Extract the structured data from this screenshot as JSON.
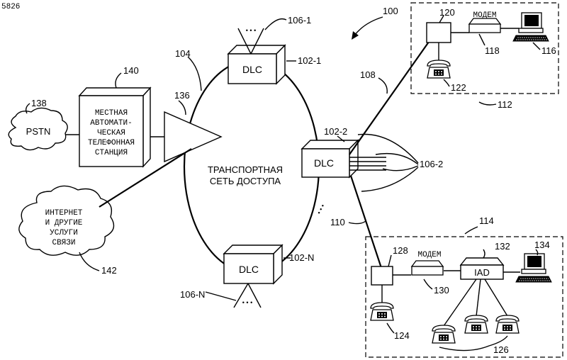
{
  "watermark": "5826",
  "figure_ref": "100",
  "network": {
    "ref": "104",
    "label_line1": "ТРАНСПОРТНАЯ",
    "label_line2": "СЕТЬ ДОСТУПА"
  },
  "dlc_nodes": [
    {
      "label": "DLC",
      "ref": "102-1",
      "drop_ref": "106-1"
    },
    {
      "label": "DLC",
      "ref": "102-2",
      "drop_ref": "106-2"
    },
    {
      "label": "DLC",
      "ref": "102-N",
      "drop_ref": "106-N"
    }
  ],
  "switch_node": {
    "ref": "136"
  },
  "exchange": {
    "ref": "140",
    "lines": [
      "МЕСТНАЯ",
      "АВТОМАТИ-",
      "ЧЕСКАЯ",
      "ТЕЛЕФОННАЯ",
      "СТАНЦИЯ"
    ]
  },
  "pstn": {
    "label": "PSTN",
    "ref": "138"
  },
  "internet": {
    "ref": "142",
    "lines": [
      "ИНТЕРНЕТ",
      "И ДРУГИЕ",
      "УСЛУГИ",
      "СВЯЗИ"
    ]
  },
  "links": {
    "upper_ref": "108",
    "lower_ref": "110"
  },
  "premises_top": {
    "ref": "112",
    "nid_ref": "120",
    "modem_label": "МОДЕМ",
    "modem_ref": "118",
    "computer_ref": "116",
    "phone_ref": "122"
  },
  "premises_bottom": {
    "ref": "114",
    "nid_ref": "128",
    "modem_label": "МОДЕМ",
    "modem_ref": "130",
    "iad_label": "IAD",
    "iad_ref": "132",
    "computer_ref": "134",
    "phone_ref": "124",
    "phones_ref": "126"
  },
  "ellipsis": "• • •"
}
